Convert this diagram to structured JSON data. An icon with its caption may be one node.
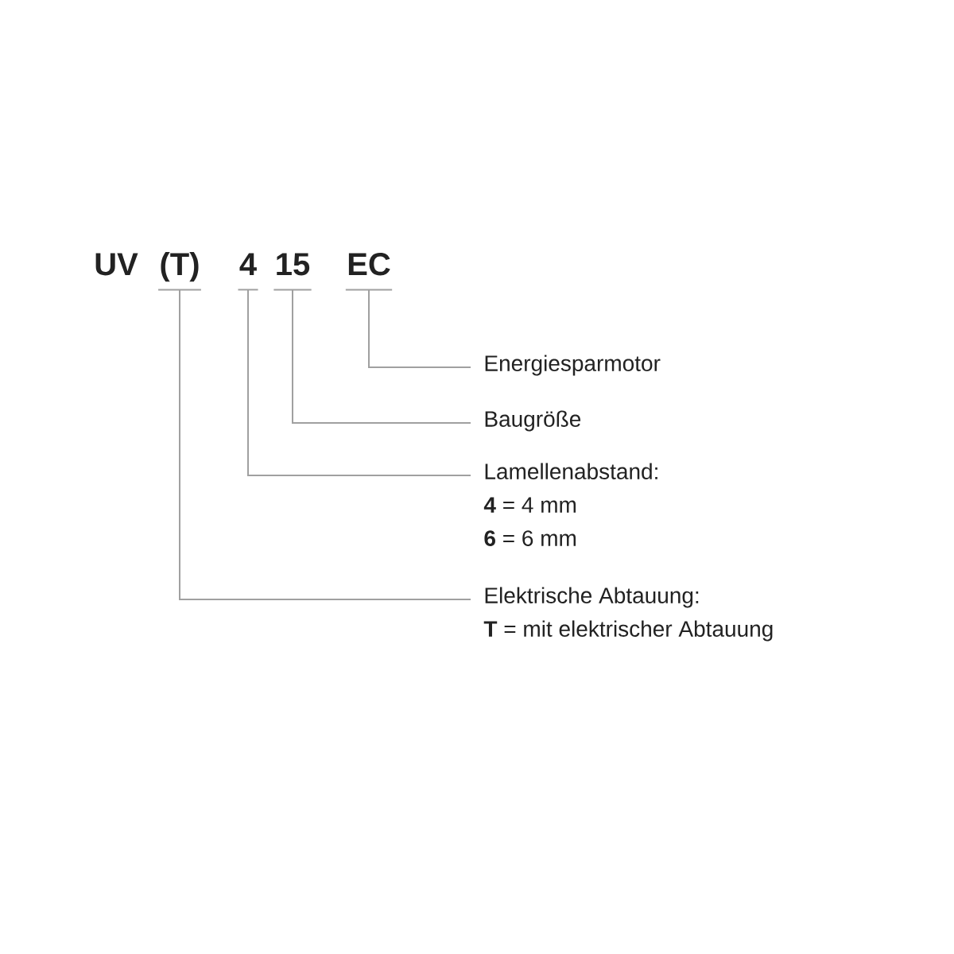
{
  "diagram": {
    "nodes": [
      {
        "text": [
          "(T)"
        ]
      },
      {
        "text": [
          "4"
        ]
      },
      {
        "text": [
          "15"
        ]
      },
      {
        "text": [
          "EC"
        ]
      },
      {
        "text": [
          "Energiesparmotor"
        ]
      },
      {
        "text": [
          "Baugröße"
        ]
      },
      {
        "text": [
          "Lamellenabstand:",
          "**4** = 4 mm",
          "**6** = 6 mm"
        ]
      },
      {
        "text": [
          "Elektrische Abtauung:",
          "**T** = mit elektrischer Abtauung"
        ]
      }
    ],
    "edges": [
      {
        "from": 3,
        "to": 4,
        "arrow": "none"
      },
      {
        "from": 2,
        "to": 5,
        "arrow": "none"
      },
      {
        "from": 1,
        "to": 6,
        "arrow": "none"
      },
      {
        "from": 0,
        "to": 7,
        "arrow": "none"
      }
    ],
    "labels": [
      "UV"
    ]
  }
}
